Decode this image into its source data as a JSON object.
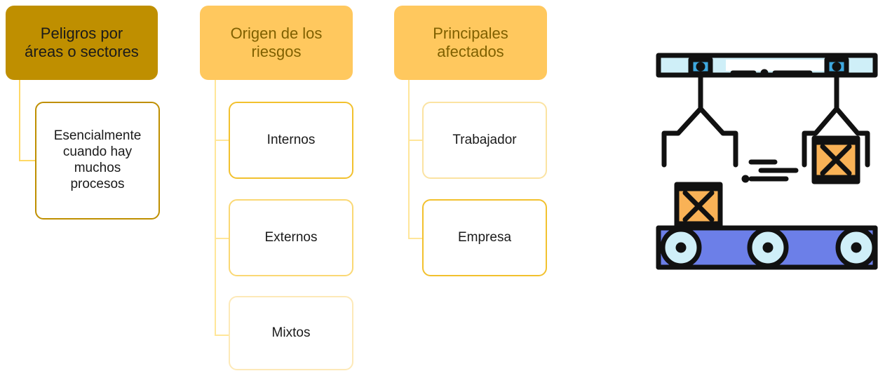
{
  "columns": [
    {
      "header": "Peligros por\náreas o sectores",
      "header_bg": "#BF8F00",
      "header_color": "#1a1a1a",
      "connector_color": "#FFD966",
      "children": [
        {
          "label": "Esencialmente\ncuando hay\nmuchos\nprocesos",
          "border": "#BF8F00"
        }
      ]
    },
    {
      "header": "Origen de los\nriesgos",
      "header_bg": "#FFC85E",
      "header_color": "#7F6000",
      "connector_color": "#FFE699",
      "children": [
        {
          "label": "Internos",
          "border": "#F2C12E"
        },
        {
          "label": "Externos",
          "border": "#FAD874"
        },
        {
          "label": "Mixtos",
          "border": "#FDE9B8"
        }
      ]
    },
    {
      "header": "Principales\nafectados",
      "header_bg": "#FFC85E",
      "header_color": "#7F6000",
      "connector_color": "#FFE699",
      "children": [
        {
          "label": "Trabajador",
          "border": "#FBE3A2"
        },
        {
          "label": "Empresa",
          "border": "#F2C12E"
        }
      ]
    }
  ],
  "illustration": {
    "icon": "conveyor-robot-arms-icon",
    "colors": {
      "outline": "#111111",
      "rail": "#CFEFF8",
      "joint": "#3FA9E0",
      "box": "#F9B256",
      "belt": "#6C7FE8",
      "roller": "#CFEFF8"
    }
  }
}
